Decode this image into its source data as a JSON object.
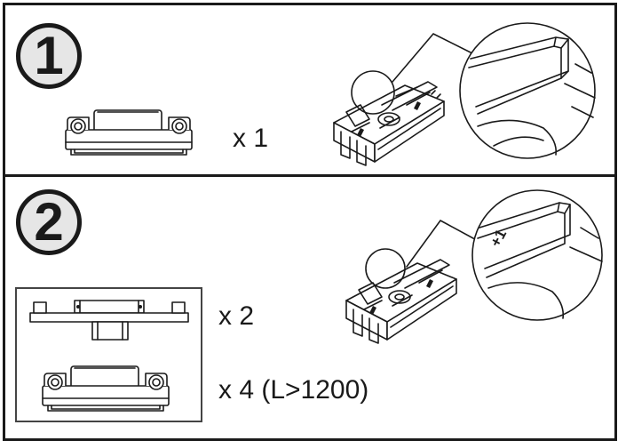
{
  "steps": [
    {
      "number": "1",
      "quantity": "x 1"
    },
    {
      "number": "2",
      "quantities": [
        "x 2",
        "x 4 (L>1200)"
      ]
    }
  ],
  "detail_marks": {
    "step2_zoom_label": "+1"
  },
  "colors": {
    "ink": "#1a1a1a",
    "badge_fill": "#e6e6e6",
    "background": "#ffffff"
  }
}
